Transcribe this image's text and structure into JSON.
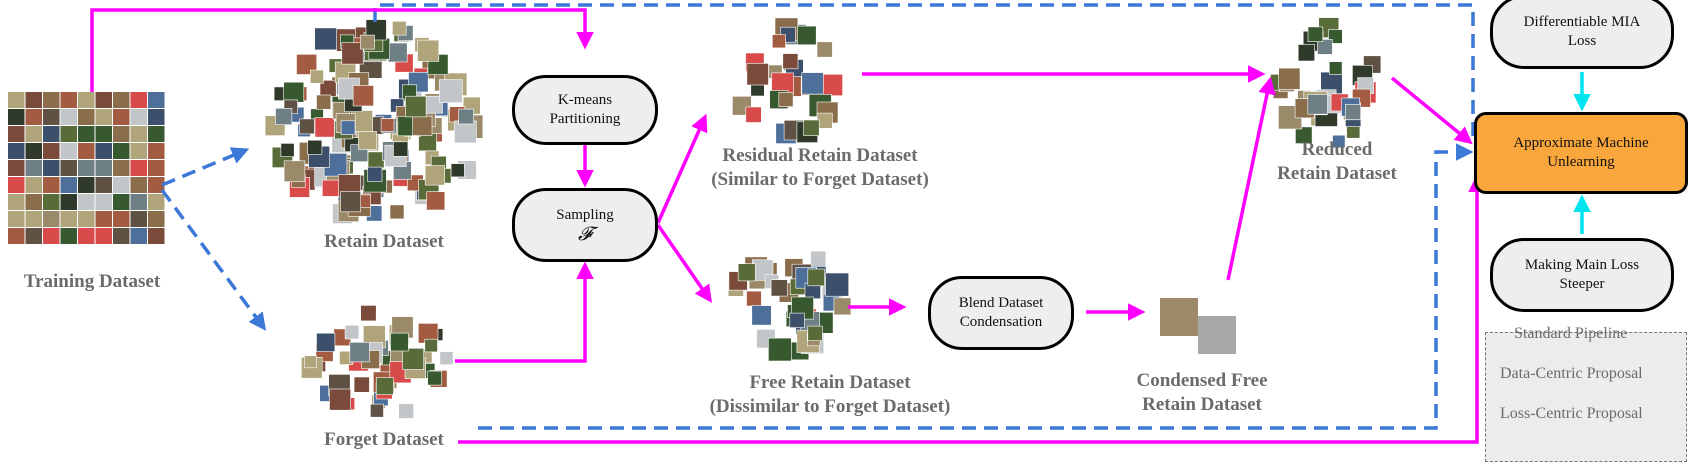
{
  "nodes": {
    "kmeans": "K-means\nPartitioning",
    "sampling": "Sampling",
    "sampling_symbol": "𝓕",
    "blend": "Blend Dataset\nCondensation",
    "diff_mia": "Differentiable MIA\nLoss",
    "approx": "Approximate Machine\nUnlearning",
    "steeper": "Making Main Loss\nSteeper"
  },
  "labels": {
    "training": "Training Dataset",
    "retain": "Retain Dataset",
    "forget": "Forget Dataset",
    "residual_1": "Residual Retain Dataset",
    "residual_2": "(Similar to Forget Dataset)",
    "free_1": "Free Retain Dataset",
    "free_2": "(Dissimilar to Forget Dataset)",
    "condensed_1": "Condensed Free",
    "condensed_2": "Retain Dataset",
    "reduced_1": "Reduced",
    "reduced_2": "Retain Dataset"
  },
  "legend": {
    "standard": "Standard Pipeline",
    "data_centric": "Data-Centric Proposal",
    "loss_centric": "Loss-Centric Proposal"
  },
  "colors": {
    "standard": "#3b78d8",
    "data_centric": "#ff00ff",
    "loss_centric": "#00e5f0",
    "node_fill": "#eeeeee",
    "highlight_fill": "#f9a73d"
  },
  "icons": {
    "image_collage": "image-collage-icon"
  }
}
